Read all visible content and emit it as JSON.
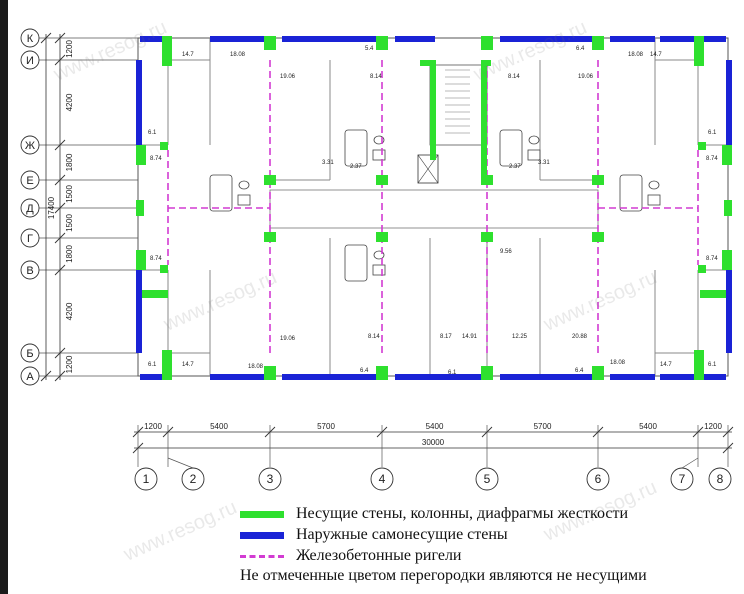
{
  "axes": {
    "letters": [
      "К",
      "И",
      "Ж",
      "Е",
      "Д",
      "Г",
      "В",
      "Б",
      "А"
    ],
    "numbers": [
      "1",
      "2",
      "3",
      "4",
      "5",
      "6",
      "7",
      "8"
    ]
  },
  "dimensions": {
    "vertical": [
      "1200",
      "4200",
      "1800",
      "1500",
      "1500",
      "1800",
      "4200",
      "1200"
    ],
    "vertical_total": "17400",
    "horizontal": [
      "1200",
      "5400",
      "5700",
      "5400",
      "5700",
      "5400",
      "1200"
    ],
    "horizontal_total": "30000"
  },
  "rooms": [
    "14.7",
    "18.08",
    "5.4",
    "8.14",
    "19.06",
    "6.1",
    "8.74",
    "3.31",
    "2.37",
    "9.56",
    "8.17",
    "14.91",
    "12.25",
    "20.88",
    "6.4"
  ],
  "legend": [
    {
      "label": "Несущие стены, колонны, диафрагмы жесткости",
      "color": "#2ee02e",
      "style": "solid"
    },
    {
      "label": "Наружные самонесущие стены",
      "color": "#1a23d6",
      "style": "solid"
    },
    {
      "label": "Железобетонные ригели",
      "color": "#d23bd2",
      "style": "dashed"
    }
  ],
  "note": "Не отмеченные цветом перегородки являются не несущими",
  "watermark": "www.resog.ru"
}
